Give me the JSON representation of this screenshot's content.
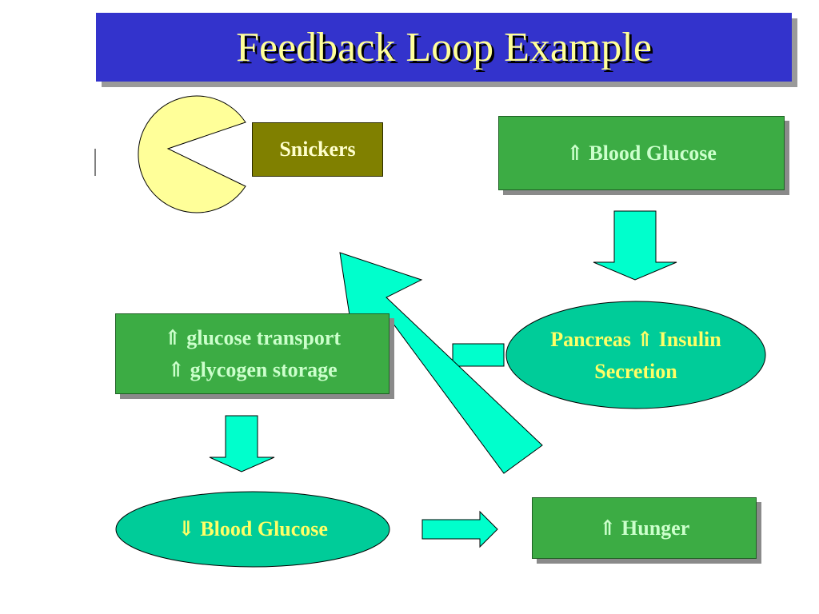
{
  "title": "Feedback Loop Example",
  "nodes": {
    "snickers": "Snickers",
    "blood_glucose_up": "⇑ Blood Glucose",
    "pancreas": [
      "Pancreas ⇑ Insulin",
      "Secretion"
    ],
    "glucose_transport": [
      "⇑ glucose transport",
      "⇑ glycogen storage"
    ],
    "blood_glucose_down": "⇓ Blood Glucose",
    "hunger": "⇑ Hunger"
  },
  "colors": {
    "title_bg": "#3333cc",
    "title_text": "#ffff99",
    "green_box": "#3cac44",
    "green_box_text": "#ccffcc",
    "olive_box": "#808000",
    "ellipse_fill": "#00cc99",
    "ellipse_text": "#ffff66",
    "arrow_fill": "#00ffcc",
    "pacman_fill": "#ffff99"
  }
}
